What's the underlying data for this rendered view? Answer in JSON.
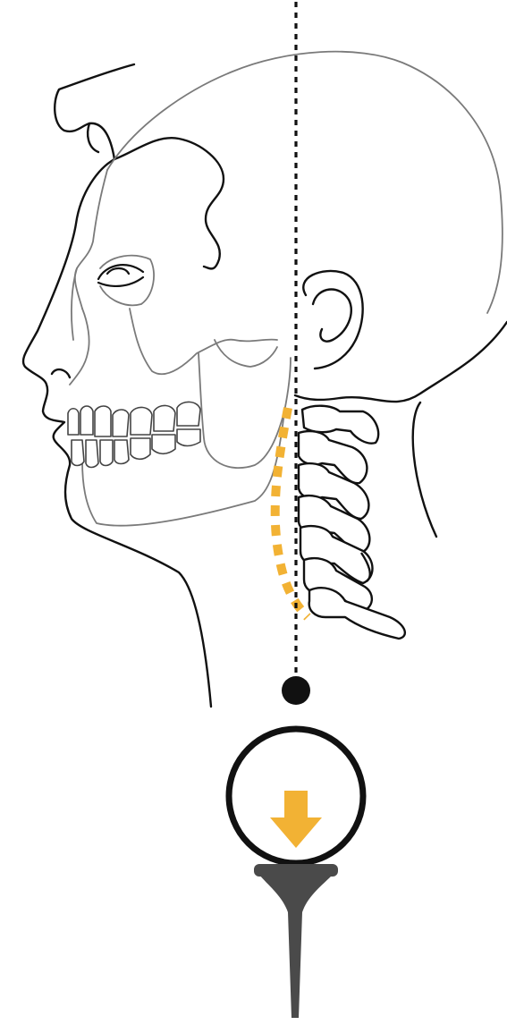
{
  "diagram": {
    "subject": "posture-alignment",
    "colors": {
      "outline": "#111111",
      "skull": "#7a7a7a",
      "accent": "#f2b234",
      "tee": "#4a4a4a",
      "background": "#ffffff"
    },
    "icons": {
      "plumb_line": "dotted-line",
      "plumb_bob": "filled-circle",
      "ball": "circle",
      "force": "arrow-down-icon",
      "tee": "golf-tee-icon"
    }
  }
}
